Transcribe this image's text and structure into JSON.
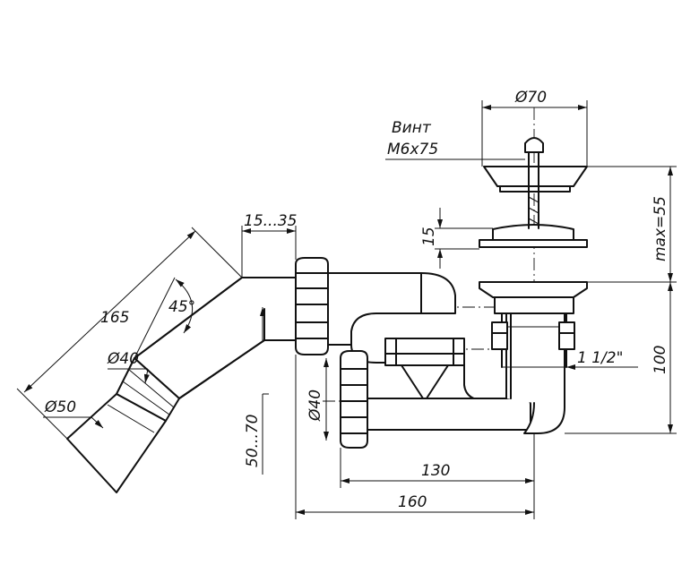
{
  "labels": {
    "diameter_70": "Ø70",
    "screw_title": "Винт",
    "screw_spec": "M6x75",
    "dim_15": "15",
    "dim_max55": "max=55",
    "dim_15_35": "15...35",
    "dim_165": "165",
    "dim_45deg": "45°",
    "diameter_40_outlet": "Ø40",
    "diameter_50": "Ø50",
    "diameter_40_side": "Ø40",
    "dim_50_70": "50...70",
    "thread_1_1_2": "1 1/2\"",
    "dim_100": "100",
    "dim_130": "130",
    "dim_160": "160"
  }
}
